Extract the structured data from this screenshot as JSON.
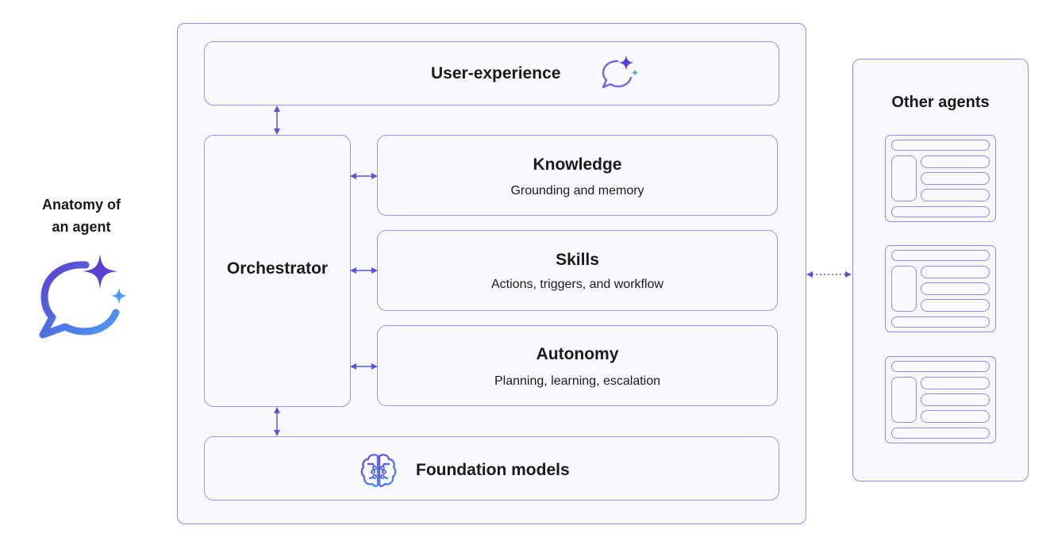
{
  "left_label": {
    "line1": "Anatomy of",
    "line2": "an agent"
  },
  "main": {
    "user_experience": "User-experience",
    "orchestrator": "Orchestrator",
    "knowledge": {
      "title": "Knowledge",
      "subtitle": "Grounding and memory"
    },
    "skills": {
      "title": "Skills",
      "subtitle": "Actions, triggers, and workflow"
    },
    "autonomy": {
      "title": "Autonomy",
      "subtitle": "Planning, learning, escalation"
    },
    "foundation_models": "Foundation models"
  },
  "other_agents": {
    "title": "Other agents",
    "card_count": 3
  },
  "icons": {
    "agent_logo": "chat-sparkle-icon",
    "user_experience": "chat-sparkle-icon",
    "foundation_models": "brain-circuit-icon"
  },
  "colors": {
    "accent_purple": "#5b4fd6",
    "accent_blue": "#4f8ff0",
    "border": "#9896ea",
    "panel_bg": "#f7f7fc"
  }
}
